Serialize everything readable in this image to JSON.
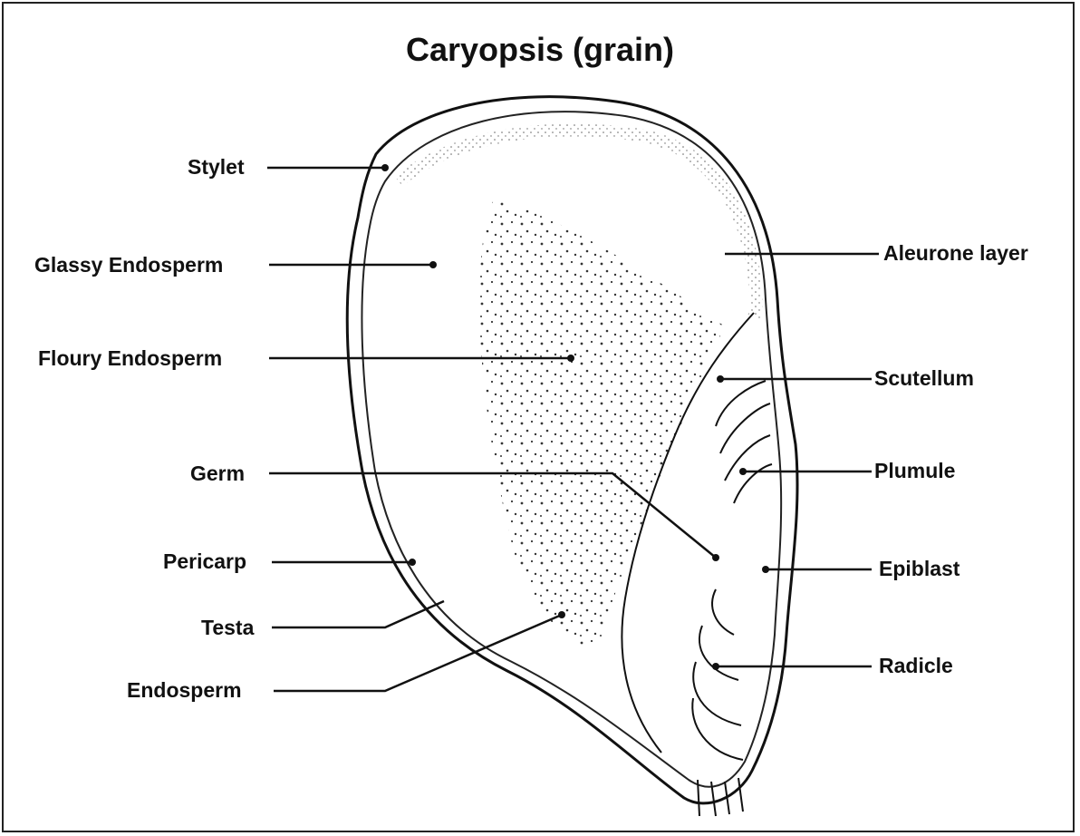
{
  "title": "Caryopsis (grain)",
  "labels": {
    "stylet": "Stylet",
    "glassy_endosperm": "Glassy Endosperm",
    "floury_endosperm": "Floury Endosperm",
    "germ": "Germ",
    "pericarp": "Pericarp",
    "testa": "Testa",
    "endosperm": "Endosperm",
    "aleurone_layer": "Aleurone layer",
    "scutellum": "Scutellum",
    "plumule": "Plumule",
    "epiblast": "Epiblast",
    "radicle": "Radicle"
  },
  "colors": {
    "ink": "#111111",
    "background": "#ffffff"
  }
}
